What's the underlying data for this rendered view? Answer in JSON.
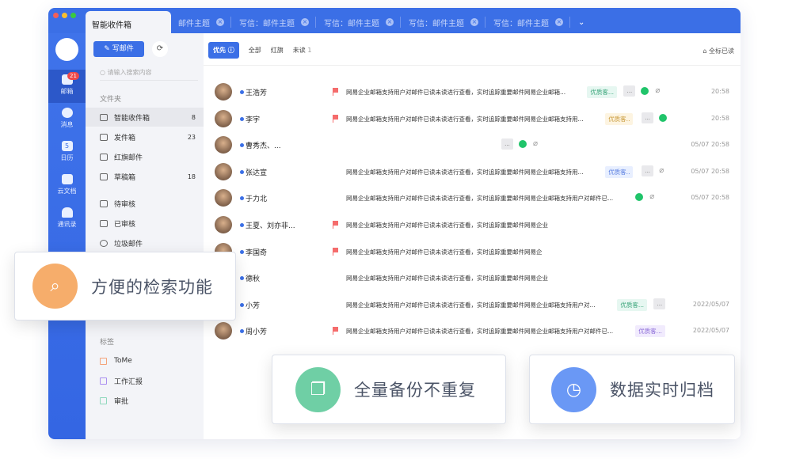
{
  "tabs": {
    "active": "智能收件箱",
    "others": [
      "邮件主题",
      "写信：邮件主题",
      "写信：邮件主题",
      "写信：邮件主题",
      "写信：邮件主题"
    ],
    "more": "⌄"
  },
  "rail": [
    {
      "label": "邮箱",
      "badge": "21"
    },
    {
      "label": "消息"
    },
    {
      "label": "日历",
      "day": "5"
    },
    {
      "label": "云文档"
    },
    {
      "label": "通讯录"
    }
  ],
  "folders": {
    "compose": "写邮件",
    "refresh": "⟳",
    "search_placeholder": "请输入搜索内容",
    "section": "文件夹",
    "items": [
      {
        "label": "智能收件箱",
        "count": "8"
      },
      {
        "label": "发件箱",
        "count": "23"
      },
      {
        "label": "红旗邮件",
        "count": ""
      },
      {
        "label": "草稿箱",
        "count": "18"
      },
      {
        "label": "待审核",
        "count": ""
      },
      {
        "label": "已审核",
        "count": ""
      },
      {
        "label": "垃圾邮件",
        "count": ""
      }
    ],
    "labels_section": "标签",
    "labels": [
      {
        "label": "ToMe",
        "color": "#f4a37a"
      },
      {
        "label": "工作汇报",
        "color": "#a98ef0"
      },
      {
        "label": "审批",
        "color": "#8fd8bd"
      }
    ]
  },
  "filters": {
    "priority": "优先 ⓘ",
    "all": "全部",
    "flagged": "红旗",
    "unread": "未读",
    "unread_count": "1",
    "mark_all": "全标已读"
  },
  "emails": [
    {
      "name": "王浩芳",
      "flag": true,
      "preview": "网易企业邮箱支持用户对邮件已读未读进行查看，实时追踪重要邮件网易企业邮箱...",
      "tag": "优质客...",
      "tag_color": "green",
      "more": true,
      "wechat": true,
      "clip": true,
      "time": "20:58"
    },
    {
      "name": "李宇",
      "flag": true,
      "preview": "网易企业邮箱支持用户对邮件已读未读进行查看，实时追踪重要邮件网易企业邮箱支持用...",
      "tag": "优质客..",
      "tag_color": "yellow",
      "more": true,
      "wechat": true,
      "clip": false,
      "time": "20:58"
    },
    {
      "name": "曹秀杰、...",
      "flag": false,
      "preview": "",
      "tag": "",
      "more": true,
      "wechat": true,
      "clip": true,
      "time": "05/07 20:58"
    },
    {
      "name": "张达宣",
      "flag": false,
      "preview": "网易企业邮箱支持用户对邮件已读未读进行查看，实时追踪重要邮件网易企业邮箱支持用...",
      "tag": "优质客..",
      "tag_color": "blue",
      "more": true,
      "wechat": false,
      "clip": true,
      "time": "05/07 20:58"
    },
    {
      "name": "于力北",
      "flag": false,
      "preview": "网易企业邮箱支持用户对邮件已读未读进行查看，实时追踪重要邮件网易企业邮箱支持用户对邮件已...",
      "tag": "",
      "more": false,
      "wechat": true,
      "clip": true,
      "time": "05/07 20:58"
    },
    {
      "name": "王夏、刘亦非...",
      "flag": true,
      "preview": "网易企业邮箱支持用户对邮件已读未读进行查看，实时追踪重要邮件网易企业",
      "tag": "",
      "more": false,
      "wechat": false,
      "clip": false,
      "time": ""
    },
    {
      "name": "李国奇",
      "flag": true,
      "preview": "网易企业邮箱支持用户对邮件已读未读进行查看，实时追踪重要邮件网易企",
      "tag": "",
      "more": false,
      "wechat": false,
      "clip": false,
      "time": ""
    },
    {
      "name": "德秋",
      "flag": false,
      "preview": "网易企业邮箱支持用户对邮件已读未读进行查看，实时追踪重要邮件网易企业",
      "tag": "",
      "more": false,
      "wechat": false,
      "clip": false,
      "time": ""
    },
    {
      "name": "小芳",
      "flag": false,
      "preview": "网易企业邮箱支持用户对邮件已读未读进行查看，实时追踪重要邮件网易企业邮箱支持用户对...",
      "tag": "优质客...",
      "tag_color": "green",
      "more": true,
      "wechat": false,
      "clip": false,
      "time": "2022/05/07"
    },
    {
      "name": "周小芳",
      "flag": true,
      "preview": "网易企业邮箱支持用户对邮件已读未读进行查看，实时追踪重要邮件网易企业邮箱支持用户对邮件已...",
      "tag": "优质客...",
      "tag_color": "purple",
      "more": false,
      "wechat": false,
      "clip": false,
      "time": "2022/05/07"
    }
  ],
  "cards": {
    "backup": "全量备份不重复",
    "archive": "数据实时归档",
    "search": "方便的检索功能"
  },
  "colors": {
    "brand": "#3b6fe6",
    "backup": "#6fcfa5",
    "archive": "#6a98f5",
    "search": "#f6ad6b"
  }
}
